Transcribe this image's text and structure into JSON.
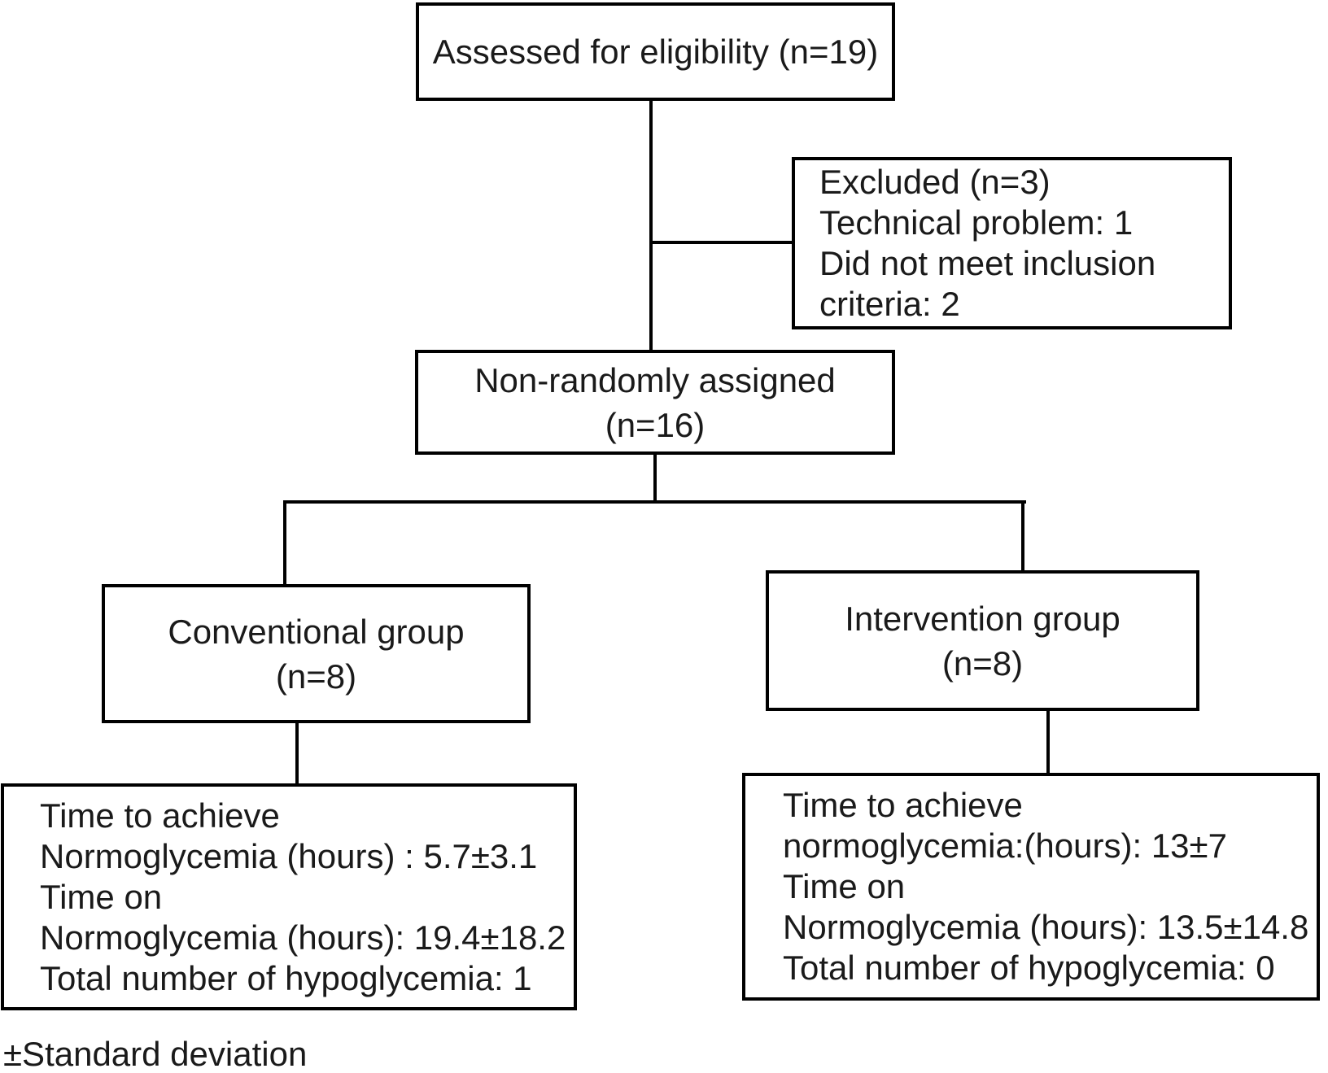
{
  "figure": {
    "type": "consort-flow-diagram",
    "footnote": "±Standard deviation"
  },
  "colors": {
    "ink": "#1a1a1a",
    "border": "#000000",
    "background": "#ffffff"
  },
  "nodes": {
    "assessed": {
      "lines": [
        "Assessed for eligibility (n=19)"
      ]
    },
    "excluded": {
      "lines": [
        "Excluded (n=3)",
        "Technical problem: 1",
        "Did not meet inclusion criteria: 2"
      ]
    },
    "nonrandom": {
      "lines": [
        "Non-randomly assigned",
        "(n=16)"
      ]
    },
    "conventional": {
      "lines": [
        "Conventional group",
        "(n=8)"
      ]
    },
    "intervention": {
      "lines": [
        "Intervention group",
        "(n=8)"
      ]
    },
    "conventional_stats": {
      "lines": [
        "Time to achieve",
        "Normoglycemia (hours) : 5.7±3.1",
        "Time on",
        "Normoglycemia (hours): 19.4±18.2",
        "Total number of hypoglycemia: 1"
      ]
    },
    "intervention_stats": {
      "lines": [
        "Time to achieve",
        "normoglycemia:(hours): 13±7",
        "Time on",
        "Normoglycemia (hours): 13.5±14.8",
        "Total number of hypoglycemia: 0"
      ]
    }
  }
}
